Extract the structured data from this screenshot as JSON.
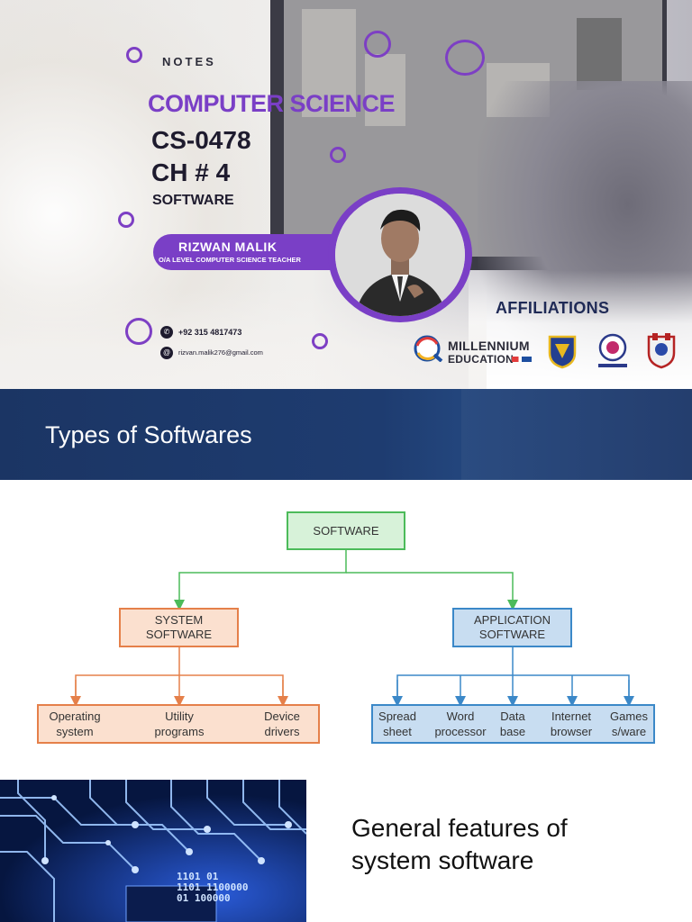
{
  "cover": {
    "notes_label": "NOTES",
    "subject": "COMPUTER SCIENCE",
    "code": "CS-0478",
    "chapter": "CH # 4",
    "topic": "SOFTWARE",
    "teacher_name": "RIZWAN MALIK",
    "teacher_role": "O/A LEVEL COMPUTER SCIENCE TEACHER",
    "phone": "+92 315 4817473",
    "email": "rizvan.malik276@gmail.com",
    "affiliations_label": "AFFILIATIONS",
    "millennium_line1": "MILLENNIUM",
    "millennium_line2": "EDUCATION",
    "colors": {
      "accent": "#7a3fc6",
      "dark": "#1e1b2e",
      "navy": "#1f2a56"
    }
  },
  "types_slide": {
    "title": "Types of Softwares",
    "colors": {
      "header_bg": "#1e3c70"
    }
  },
  "diagram": {
    "root": "SOFTWARE",
    "system": {
      "label_line1": "SYSTEM",
      "label_line2": "SOFTWARE",
      "children": [
        [
          "Operating",
          "system"
        ],
        [
          "Utility",
          "programs"
        ],
        [
          "Device",
          "drivers"
        ]
      ]
    },
    "application": {
      "label_line1": "APPLICATION",
      "label_line2": "SOFTWARE",
      "children": [
        [
          "Spread",
          "sheet"
        ],
        [
          "Word",
          "processor"
        ],
        [
          "Data",
          "base"
        ],
        [
          "Internet",
          "browser"
        ],
        [
          "Games",
          "s/ware"
        ]
      ]
    },
    "colors": {
      "green": "#4cbb5a",
      "orange": "#e5804a",
      "blue": "#3b88c8"
    }
  },
  "features_slide": {
    "title_line1": "General features of",
    "title_line2": "system software",
    "circuit_text": [
      "1101",
      "01",
      "1101",
      "1100000",
      "01",
      "100000"
    ]
  }
}
